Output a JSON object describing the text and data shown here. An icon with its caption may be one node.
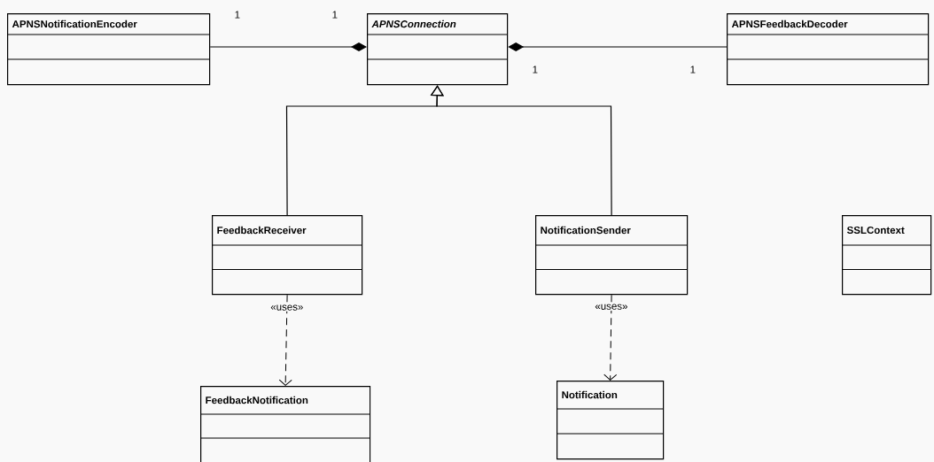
{
  "diagram": {
    "nodes": [
      {
        "text": [
          "APNSNotificationEncoder"
        ]
      },
      {
        "text": [
          "APNSConnection"
        ]
      },
      {
        "text": [
          "APNSFeedbackDecoder"
        ]
      },
      {
        "text": [
          "FeedbackReceiver"
        ]
      },
      {
        "text": [
          "NotificationSender"
        ]
      },
      {
        "text": [
          "SSLContext"
        ]
      },
      {
        "text": [
          "FeedbackNotification"
        ]
      },
      {
        "text": [
          "Notification"
        ]
      }
    ],
    "edges": [
      {
        "from": 0,
        "to": 1,
        "arrow": "other"
      },
      {
        "from": 2,
        "to": 1,
        "arrow": "other"
      },
      {
        "from": 3,
        "to": 1,
        "arrow": "to"
      },
      {
        "from": 4,
        "to": 1,
        "arrow": "to"
      },
      {
        "from": 3,
        "to": 6,
        "arrow": "to",
        "style": "dashed",
        "label": "«uses»"
      },
      {
        "from": 4,
        "to": 7,
        "arrow": "to",
        "style": "dashed",
        "label": "«uses»"
      }
    ],
    "labels": [
      "1",
      "1",
      "1",
      "1"
    ]
  }
}
